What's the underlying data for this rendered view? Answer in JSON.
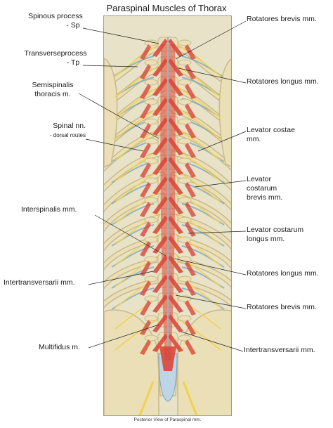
{
  "title": "Paraspinal Muscles of Thorax",
  "caption": "Posterior View of Paraspinal mm.",
  "labels": {
    "spinous_line1": "Spinous process",
    "spinous_line2": "- Sp",
    "transverse_line1": "Transverseprocess",
    "transverse_line2": "- Tp",
    "semispinalis_line1": "Semispinalis",
    "semispinalis_line2": "thoracis m.",
    "spinal_line1": "Spinal nn.",
    "spinal_line2": "- dorsal routes",
    "interspinalis": "Interspinalis mm.",
    "intertransversarii_left": "Intertransversarii mm.",
    "multifidus": "Multifidus m.",
    "rotatores_brevis_top": "Rotatores brevis mm.",
    "rotatores_longus_top": "Rotatores longus mm.",
    "levator_costae_line1": "Levator costae",
    "levator_costae_line2": "mm.",
    "lcb_line1": "Levator",
    "lcb_line2": "costarum",
    "lcb_line3": "brevis mm.",
    "lcl_line1": "Levator costarum",
    "lcl_line2": "longus mm.",
    "rotatores_longus_bottom": "Rotatores longus mm.",
    "rotatores_brevis_bottom": "Rotatores brevis mm.",
    "intertransversarii_right": "Intertransversarii mm."
  },
  "colors": {
    "bone": "#eadfb6",
    "bone_shadow": "#c9b98a",
    "muscle": "#d9473a",
    "nerve": "#f1d24a",
    "vessel": "#6f9fc4",
    "background": "#e8e2c9"
  }
}
